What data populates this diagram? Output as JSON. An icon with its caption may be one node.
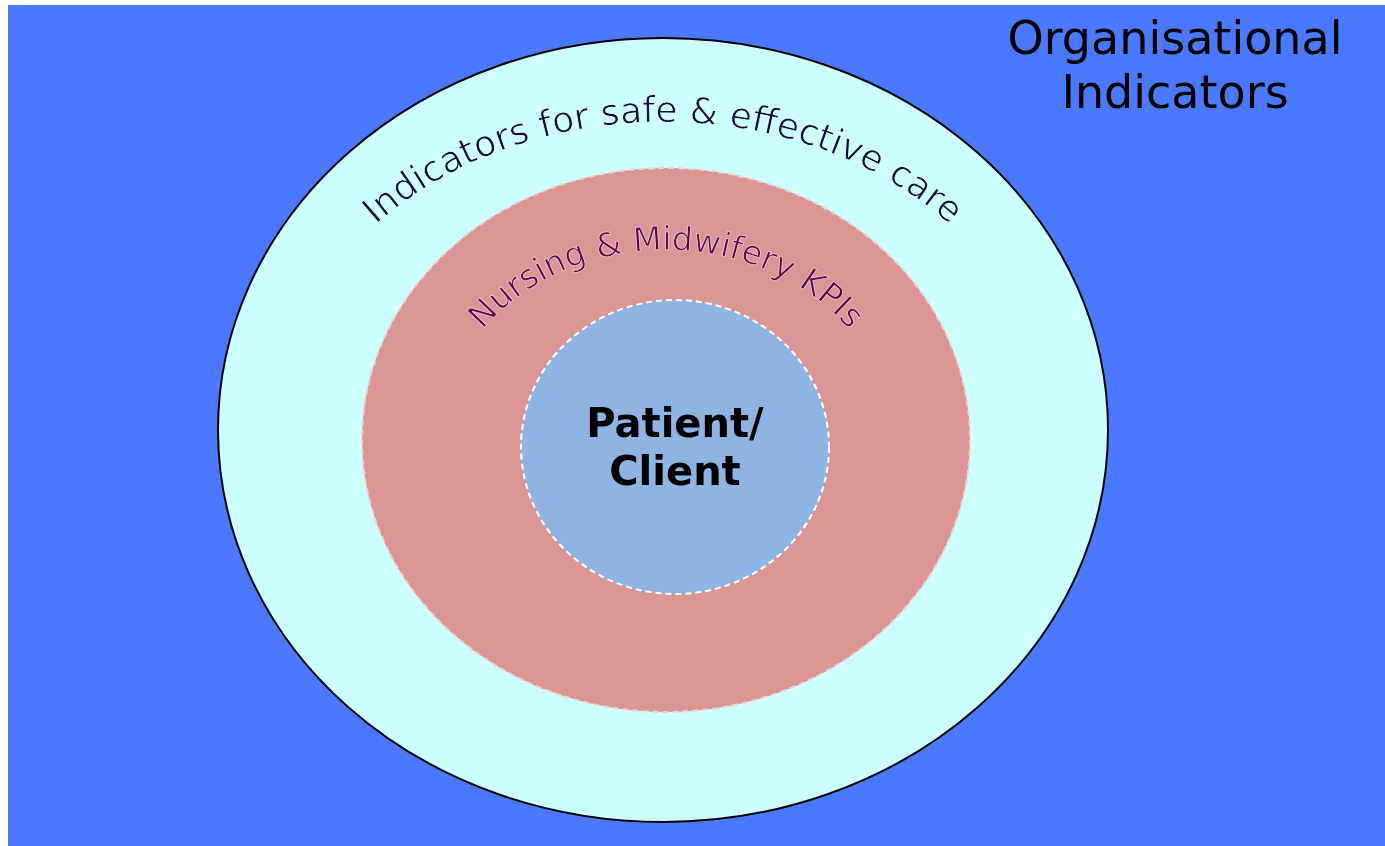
{
  "diagram": {
    "nodes": [
      {
        "text": [
          "Organisational Indicators"
        ]
      },
      {
        "text": [
          "Indicators for safe & effective care"
        ],
        "in": 0
      },
      {
        "text": [
          "Nursing & Midwifery KPIs"
        ],
        "in": 1
      },
      {
        "text": [
          "Patient/ Client"
        ],
        "in": 2
      }
    ]
  }
}
